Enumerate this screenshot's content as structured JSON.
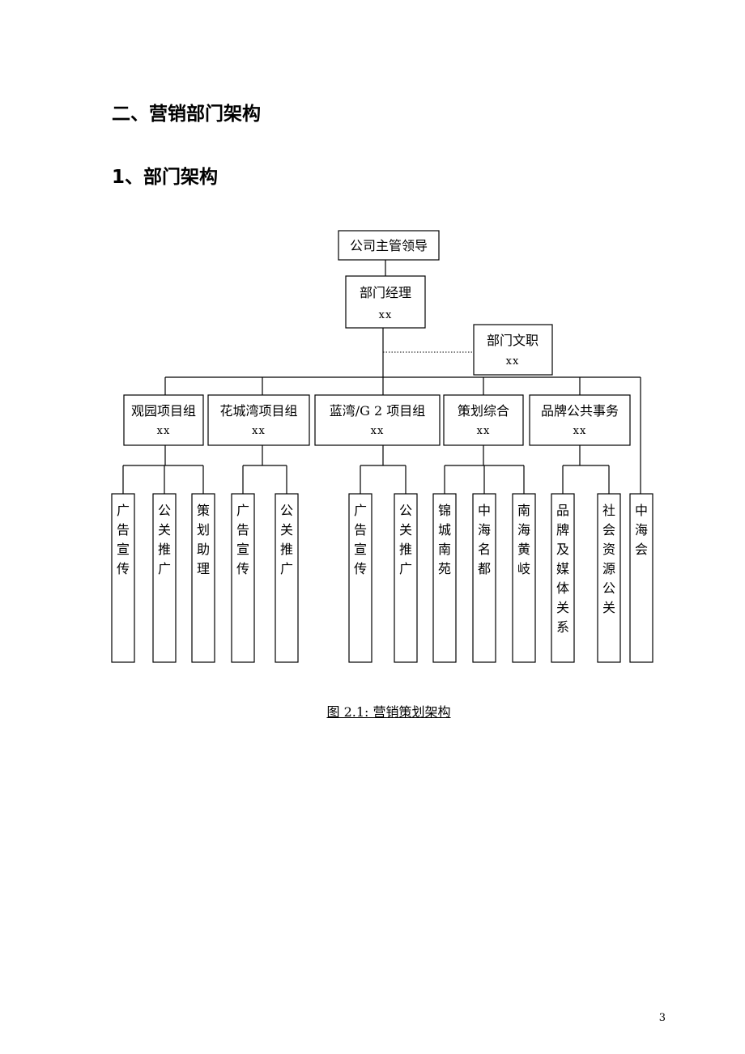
{
  "headings": {
    "section": "二、营销部门架构",
    "subsection": "1、部门架构"
  },
  "org": {
    "top": {
      "title": "公司主管领导"
    },
    "manager": {
      "title": "部门经理",
      "name": "xx"
    },
    "clerk": {
      "title": "部门文职",
      "name": "xx"
    },
    "groups": [
      {
        "title": "观园项目组",
        "name": "xx",
        "children": [
          "广告宣传",
          "公关推广",
          "策划助理"
        ]
      },
      {
        "title": "花城湾项目组",
        "name": "xx",
        "children": [
          "广告宣传",
          "公关推广"
        ]
      },
      {
        "title": "蓝湾/G 2 项目组",
        "name": "xx",
        "children": [
          "广告宣传",
          "公关推广"
        ]
      },
      {
        "title": "策划综合",
        "name": "xx",
        "children": [
          "锦城南苑",
          "中海名都",
          "南海黄岐"
        ]
      },
      {
        "title": "品牌公共事务",
        "name": "xx",
        "children": [
          "品牌及媒体关系",
          "社会资源公关"
        ]
      }
    ],
    "direct": [
      "中海会"
    ]
  },
  "caption": "图 2.1:  营销策划架构",
  "page_number": "3"
}
